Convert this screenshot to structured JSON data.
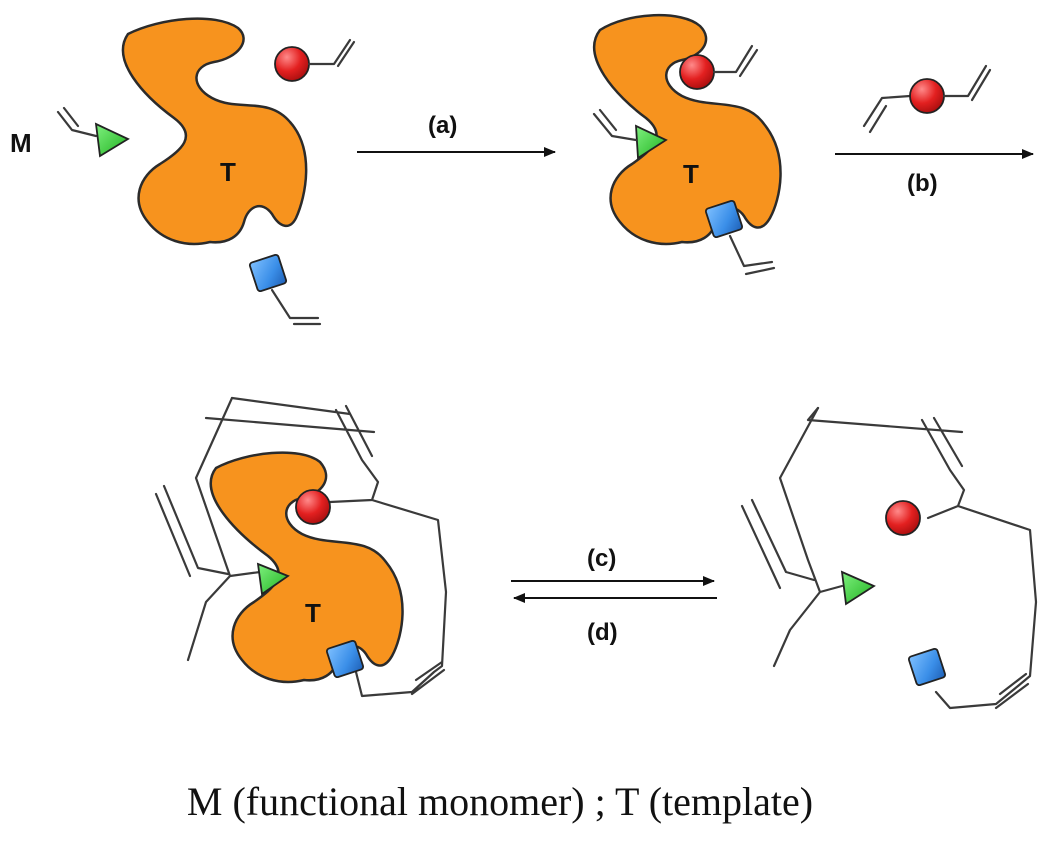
{
  "labels": {
    "monomer": "M",
    "template": "T",
    "step_a": "(a)",
    "step_b": "(b)",
    "step_c": "(c)",
    "step_d": "(d)"
  },
  "caption": "M (functional monomer) ; T (template)",
  "colors": {
    "template": "#F7931E",
    "circle": "#E32020",
    "triangle": "#2FD12F",
    "square": "#3A8EE8",
    "line": "#3a3a3a"
  }
}
